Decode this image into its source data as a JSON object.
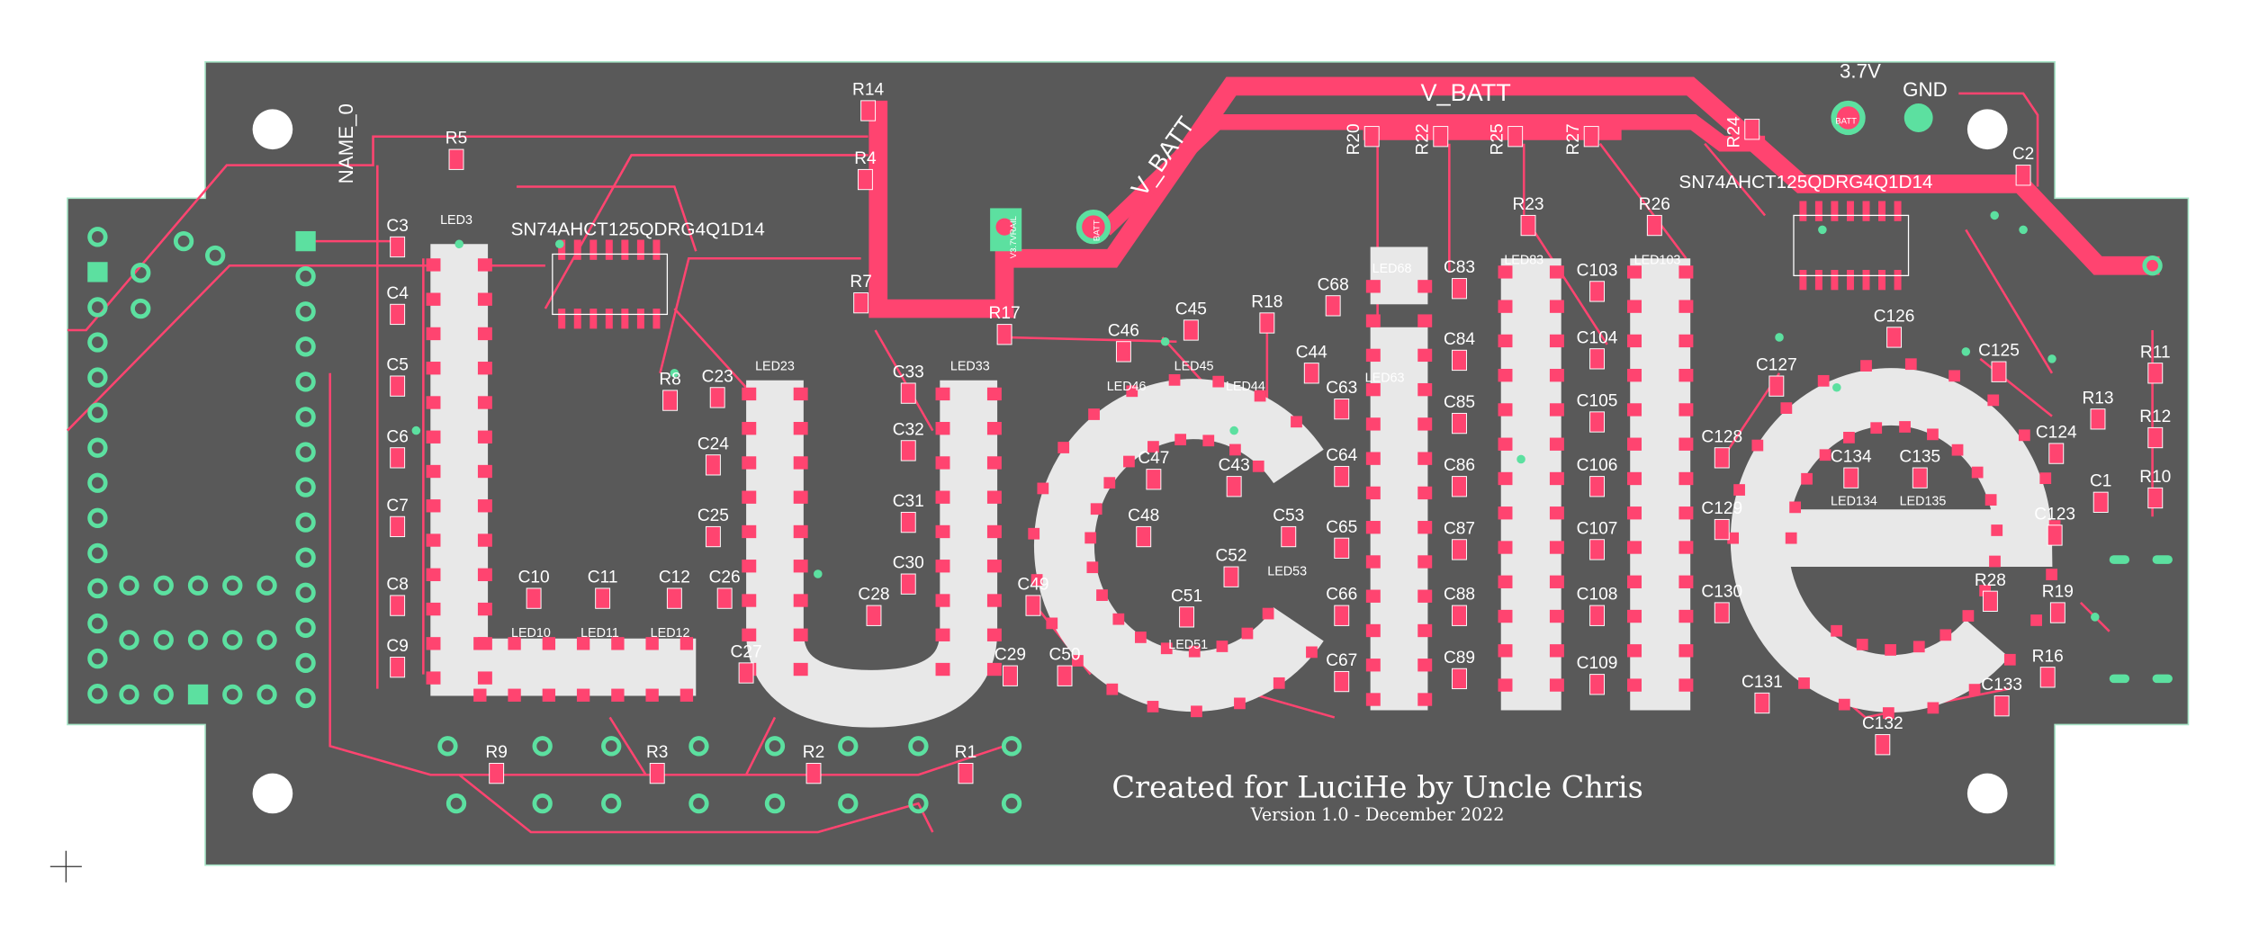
{
  "board": {
    "colors": {
      "background": "#ffffff",
      "board": "#595959",
      "outline": "#a8e6c8",
      "copper": "#ff4470",
      "pad_green": "#5ce0a0",
      "silk": "#ffffff",
      "led_body": "#e8e8e8"
    },
    "net_labels": {
      "vbatt_top": "V_BATT",
      "vbatt_diag": "V_BATT",
      "plus_3v7": "3.7V",
      "gnd": "GND",
      "name": "NAME_0",
      "batt_pad_1": "BATT",
      "batt_pad_2": "BATT",
      "rail": "V3.7VRAIL"
    },
    "ic_labels": [
      "SN74AHCT125QDRG4Q1D14",
      "SN74AHCT125QDRG4Q1D14"
    ],
    "silkscreen": {
      "credit": "Created for LuciHe by Uncle Chris",
      "version": "Version 1.0 - December 2022"
    },
    "components": [
      "R14",
      "R4",
      "R7",
      "R5",
      "C3",
      "C4",
      "C5",
      "C6",
      "C7",
      "C8",
      "C9",
      "C10",
      "C11",
      "C12",
      "R8",
      "C23",
      "C24",
      "C25",
      "C26",
      "C27",
      "C33",
      "C32",
      "C31",
      "C30",
      "C28",
      "C29",
      "C49",
      "C50",
      "R17",
      "C46",
      "C45",
      "R18",
      "C44",
      "C68",
      "C63",
      "C64",
      "C65",
      "C66",
      "C67",
      "C83",
      "C84",
      "C85",
      "C86",
      "C87",
      "C88",
      "C89",
      "C103",
      "C104",
      "C105",
      "C106",
      "C107",
      "C108",
      "C109",
      "R23",
      "R26",
      "C127",
      "C128",
      "C129",
      "C130",
      "C131",
      "C132",
      "C133",
      "C134",
      "C135",
      "C126",
      "C125",
      "C124",
      "C123",
      "C1",
      "C2",
      "R13",
      "R11",
      "R12",
      "R10",
      "R19",
      "R16",
      "R28",
      "R9",
      "R3",
      "R2",
      "R1",
      "C43",
      "C47",
      "C48",
      "C52",
      "C51",
      "C53"
    ],
    "vertical_components": [
      "R20",
      "R22",
      "R25",
      "R27",
      "R24"
    ],
    "leds": [
      "LED3",
      "LED10",
      "LED11",
      "LED12",
      "LED23",
      "LED33",
      "LED45",
      "LED46",
      "LED68",
      "LED83",
      "LED103",
      "LED134",
      "LED135",
      "LED53",
      "LED51",
      "LED44",
      "LED63"
    ]
  }
}
